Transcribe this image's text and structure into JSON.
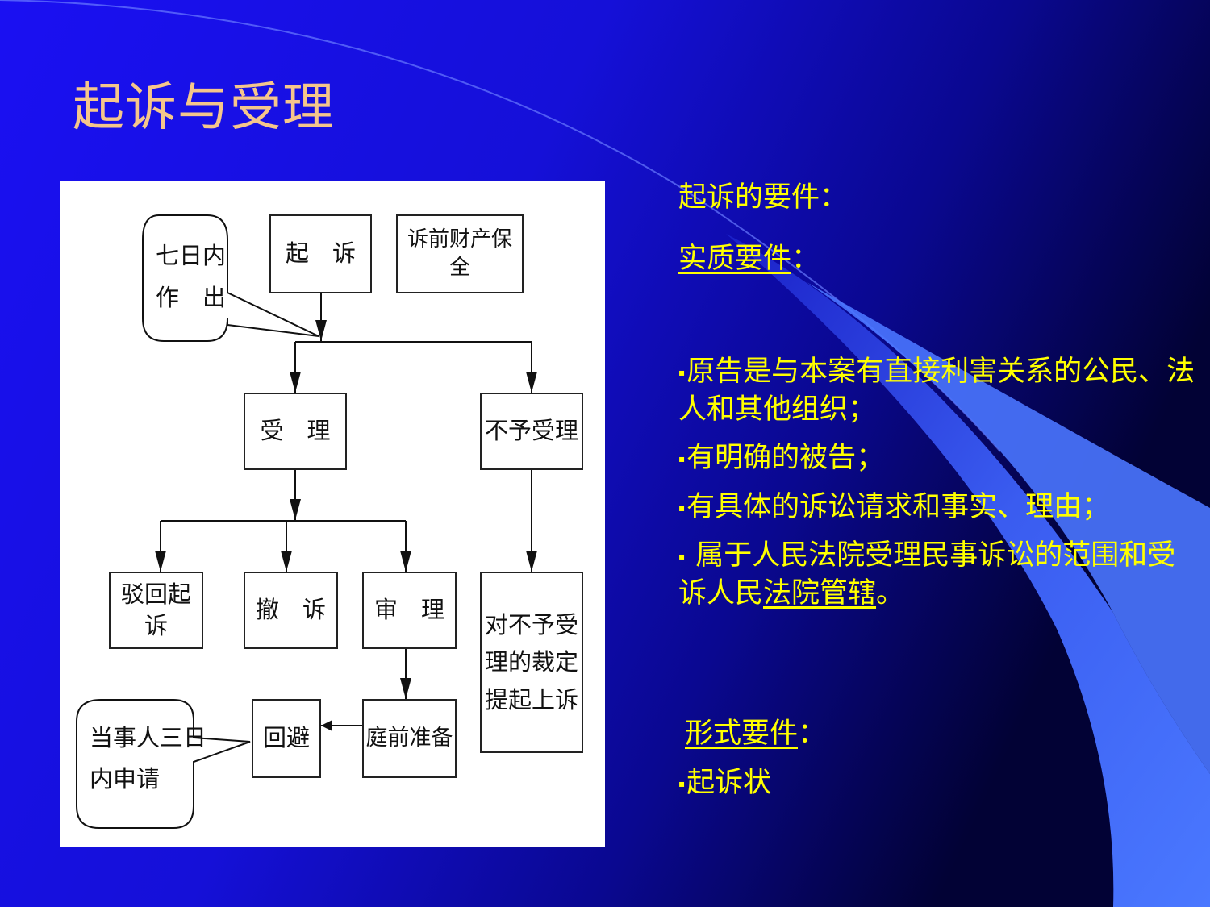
{
  "title": "起诉与受理",
  "flowchart": {
    "callout_top": [
      "七日内",
      "作　出"
    ],
    "callout_bottom": [
      "当事人三日",
      "内申请"
    ],
    "boxes": {
      "qisu": "起　诉",
      "baoquan": "诉前财产保全",
      "shouli": "受　理",
      "buyu": "不予受理",
      "bohui": "驳回起诉",
      "chesu": "撤　诉",
      "shenli": "审　理",
      "shangsu": [
        "对不予受",
        "理的裁定",
        "提起上诉"
      ],
      "huibi": "回避",
      "tingqian": "庭前准备"
    }
  },
  "right": {
    "heading": "起诉的要件：",
    "substantive_label": "实质要件",
    "substantive_colon": "：",
    "bullets": [
      "原告是与本案有直接利害关系的公民、法人和其他组织；",
      "有明确的被告；",
      "有具体的诉讼请求和事实、理由；"
    ],
    "bullet4_a": " 属于人民法院受理民事诉讼的范围和受诉人民",
    "bullet4_link": "法院管辖",
    "bullet4_end": "。",
    "formal_label": "形式要件",
    "formal_colon": "：",
    "formal_item": "起诉状",
    "bullet_mark": "▪"
  },
  "colors": {
    "background": "#1A10F0",
    "title": "#F5C68B",
    "text": "#FFFF00",
    "swoosh": "#3A63F5"
  }
}
